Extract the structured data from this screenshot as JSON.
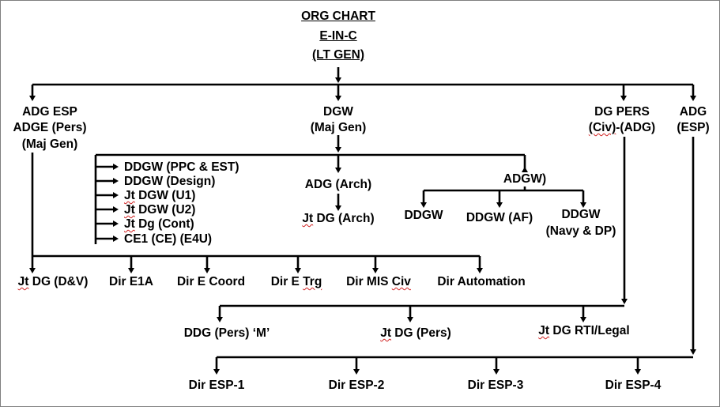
{
  "header": {
    "title": "ORG CHART",
    "head": "E-IN-C",
    "rank": "(LT GEN)"
  },
  "branches": {
    "adg_esp": {
      "line1": "ADG ESP",
      "line2": "ADGE (Pers)",
      "line3": "(Maj Gen)"
    },
    "dgw": {
      "line1": "DGW",
      "line2": "(Maj Gen)"
    },
    "dg_pers": {
      "line1": "DG PERS",
      "line2_a": "(Civ)",
      "line2_b": "-(ADG)"
    },
    "adg": {
      "line1": "ADG",
      "line2": "(ESP)"
    }
  },
  "dgw_list": [
    {
      "pre": "",
      "text": "DDGW (PPC & EST)"
    },
    {
      "pre": "",
      "text": "DDGW (Design)"
    },
    {
      "pre": "Jt",
      "text": " DGW (U1)"
    },
    {
      "pre": "Jt",
      "text": " DGW (U2)"
    },
    {
      "pre": "Jt",
      "text": " Dg (Cont)"
    },
    {
      "pre": "",
      "text": "CE1 (CE) (E4U)"
    }
  ],
  "arch": {
    "adg": "ADG (Arch)",
    "jt_pre": "Jt",
    "jt_rest": " DG (Arch)"
  },
  "adgw": {
    "title": "ADGW)",
    "children": [
      "DDGW",
      "DDGW (AF)"
    ],
    "navy_line1": "DDGW",
    "navy_line2": "(Navy & DP)"
  },
  "directorates": {
    "dv_pre": "Jt",
    "dv_rest": " DG (D&V)",
    "e1a": "Dir E1A",
    "ecoord": "Dir E Coord",
    "etrg_a": "Dir E ",
    "etrg_b": "Trg",
    "mis_a": "Dir MIS ",
    "mis_b": "Civ",
    "automation": "Dir Automation"
  },
  "pers_row": {
    "ddg": "DDG (Pers) ‘M’",
    "jt_pre": "Jt",
    "jt_rest": " DG (Pers)",
    "rti_pre": "Jt",
    "rti_rest": " DG RTI/Legal"
  },
  "esp_row": [
    "Dir ESP-1",
    "Dir ESP-2",
    "Dir ESP-3",
    "Dir ESP-4"
  ],
  "colors": {
    "line": "#000000",
    "spellcheck": "#d02020",
    "border": "#7f7f7f"
  }
}
